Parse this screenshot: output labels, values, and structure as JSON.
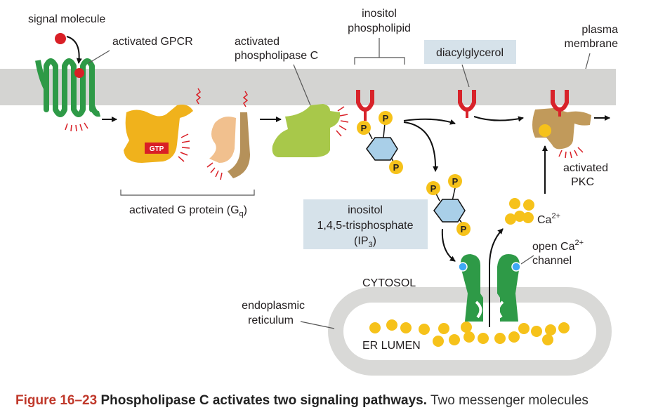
{
  "labels": {
    "signal_molecule": "signal molecule",
    "activated_gpcr": "activated GPCR",
    "activated_plc_1": "activated",
    "activated_plc_2": "phospholipase C",
    "inositol_phospholipid_1": "inositol",
    "inositol_phospholipid_2": "phospholipid",
    "diacylglycerol": "diacylglycerol",
    "plasma_membrane_1": "plasma",
    "plasma_membrane_2": "membrane",
    "gtp": "GTP",
    "activated_g_protein": "activated G protein (G",
    "activated_g_protein_sub": "q",
    "activated_g_protein_end": ")",
    "activated_pkc_1": "activated",
    "activated_pkc_2": "PKC",
    "ip3_1": "inositol",
    "ip3_2": "1,4,5-trisphosphate",
    "ip3_3a": "(IP",
    "ip3_3sub": "3",
    "ip3_3b": ")",
    "ca": "Ca",
    "ca_sup": "2+",
    "open_channel_1": "open Ca",
    "open_channel_sup": "2+",
    "open_channel_2": "channel",
    "cytosol": "CYTOSOL",
    "er_1": "endoplasmic",
    "er_2": "reticulum",
    "er_lumen": "ER LUMEN",
    "phosphate": "P"
  },
  "caption": {
    "figure": "Figure 16–23",
    "title": "Phospholipase C activates two signaling pathways.",
    "text": "Two messenger molecules"
  },
  "colors": {
    "membrane": "#d4d4d2",
    "gpcr": "#2e9a47",
    "g_alpha": "#f0b21c",
    "g_beta": "#f1c08e",
    "g_gamma": "#b5915a",
    "plc": "#a8c84a",
    "dag_head": "#d8232a",
    "phosphate": "#f6c21a",
    "ring": "#a9cfe8",
    "pkc": "#c19a5b",
    "channel": "#2e9a47",
    "calcium": "#f6c21a",
    "label_box": "#d6e2ea",
    "er": "#d9d9d7",
    "caption_accent": "#c0392b"
  }
}
